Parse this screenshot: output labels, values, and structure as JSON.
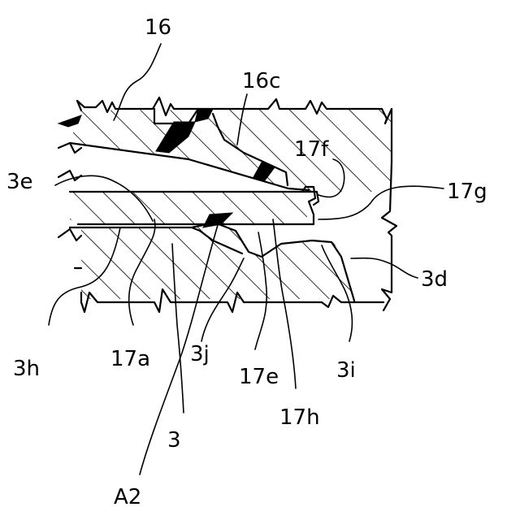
{
  "figure": {
    "labels": {
      "l16": "16",
      "l16c": "16c",
      "l17f": "17f",
      "l17g": "17g",
      "l3e": "3e",
      "l3d": "3d",
      "l3h": "3h",
      "l17a": "17a",
      "l3j": "3j",
      "l17e": "17e",
      "l3i": "3i",
      "l17h": "17h",
      "l3": "3",
      "lA2": "A2"
    }
  }
}
